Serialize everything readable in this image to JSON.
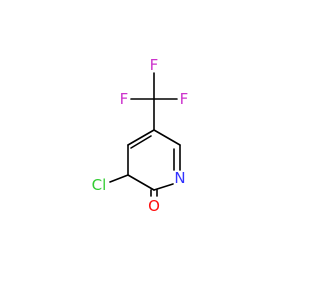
{
  "molecule": {
    "atoms": {
      "F_top": {
        "symbol": "F",
        "color": "#cc33cc"
      },
      "F_left": {
        "symbol": "F",
        "color": "#cc33cc"
      },
      "F_right": {
        "symbol": "F",
        "color": "#cc33cc"
      },
      "Cl": {
        "symbol": "Cl",
        "color": "#33cc33"
      },
      "N": {
        "symbol": "N",
        "color": "#3333ff"
      },
      "O": {
        "symbol": "O",
        "color": "#ff0d0d"
      }
    },
    "bond_color": "#000000"
  }
}
